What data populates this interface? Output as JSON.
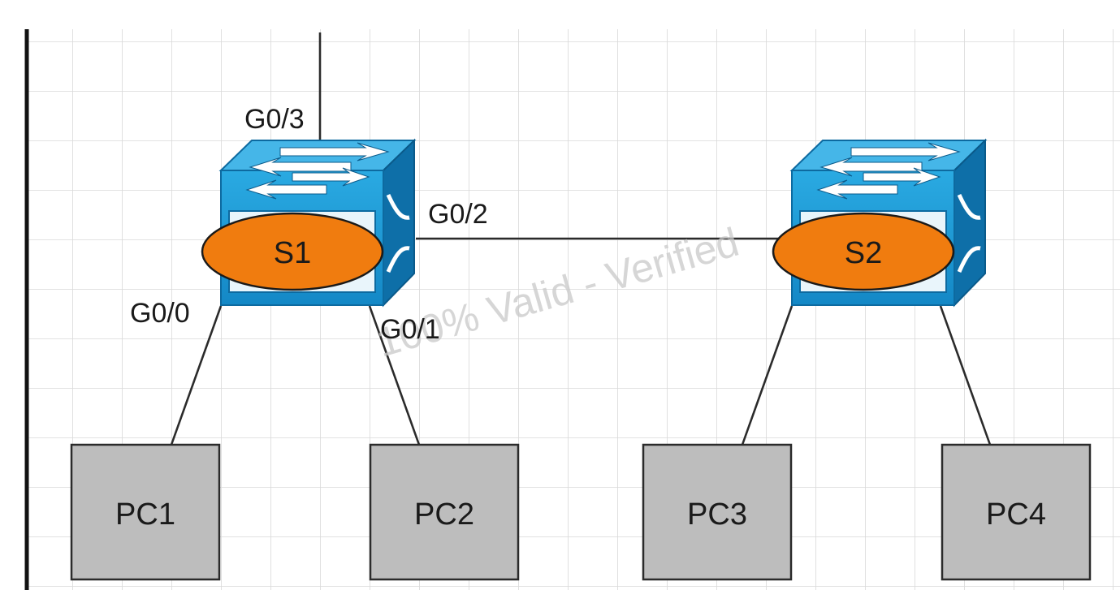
{
  "diagram": {
    "watermark": "100% Valid - Verified",
    "switches": [
      {
        "id": "s1",
        "label": "S1"
      },
      {
        "id": "s2",
        "label": "S2"
      }
    ],
    "pcs": [
      {
        "id": "pc1",
        "label": "PC1"
      },
      {
        "id": "pc2",
        "label": "PC2"
      },
      {
        "id": "pc3",
        "label": "PC3"
      },
      {
        "id": "pc4",
        "label": "PC4"
      }
    ],
    "ports": {
      "g0_0": "G0/0",
      "g0_1": "G0/1",
      "g0_2": "G0/2",
      "g0_3": "G0/3"
    },
    "links": [
      {
        "from": "S1",
        "port": "G0/3",
        "to": "uplink"
      },
      {
        "from": "S1",
        "port": "G0/0",
        "to": "PC1"
      },
      {
        "from": "S1",
        "port": "G0/1",
        "to": "PC2"
      },
      {
        "from": "S1",
        "port": "G0/2",
        "to": "S2"
      },
      {
        "from": "S2",
        "port": "",
        "to": "PC3"
      },
      {
        "from": "S2",
        "port": "",
        "to": "PC4"
      }
    ],
    "colors": {
      "switch_blue": "#1a9ad6",
      "switch_dark": "#0c6fa4",
      "switch_top": "#3fb4e6",
      "oval_orange": "#f07c0f",
      "pc_gray": "#bdbdbd",
      "grid": "#d9d9d9"
    }
  }
}
